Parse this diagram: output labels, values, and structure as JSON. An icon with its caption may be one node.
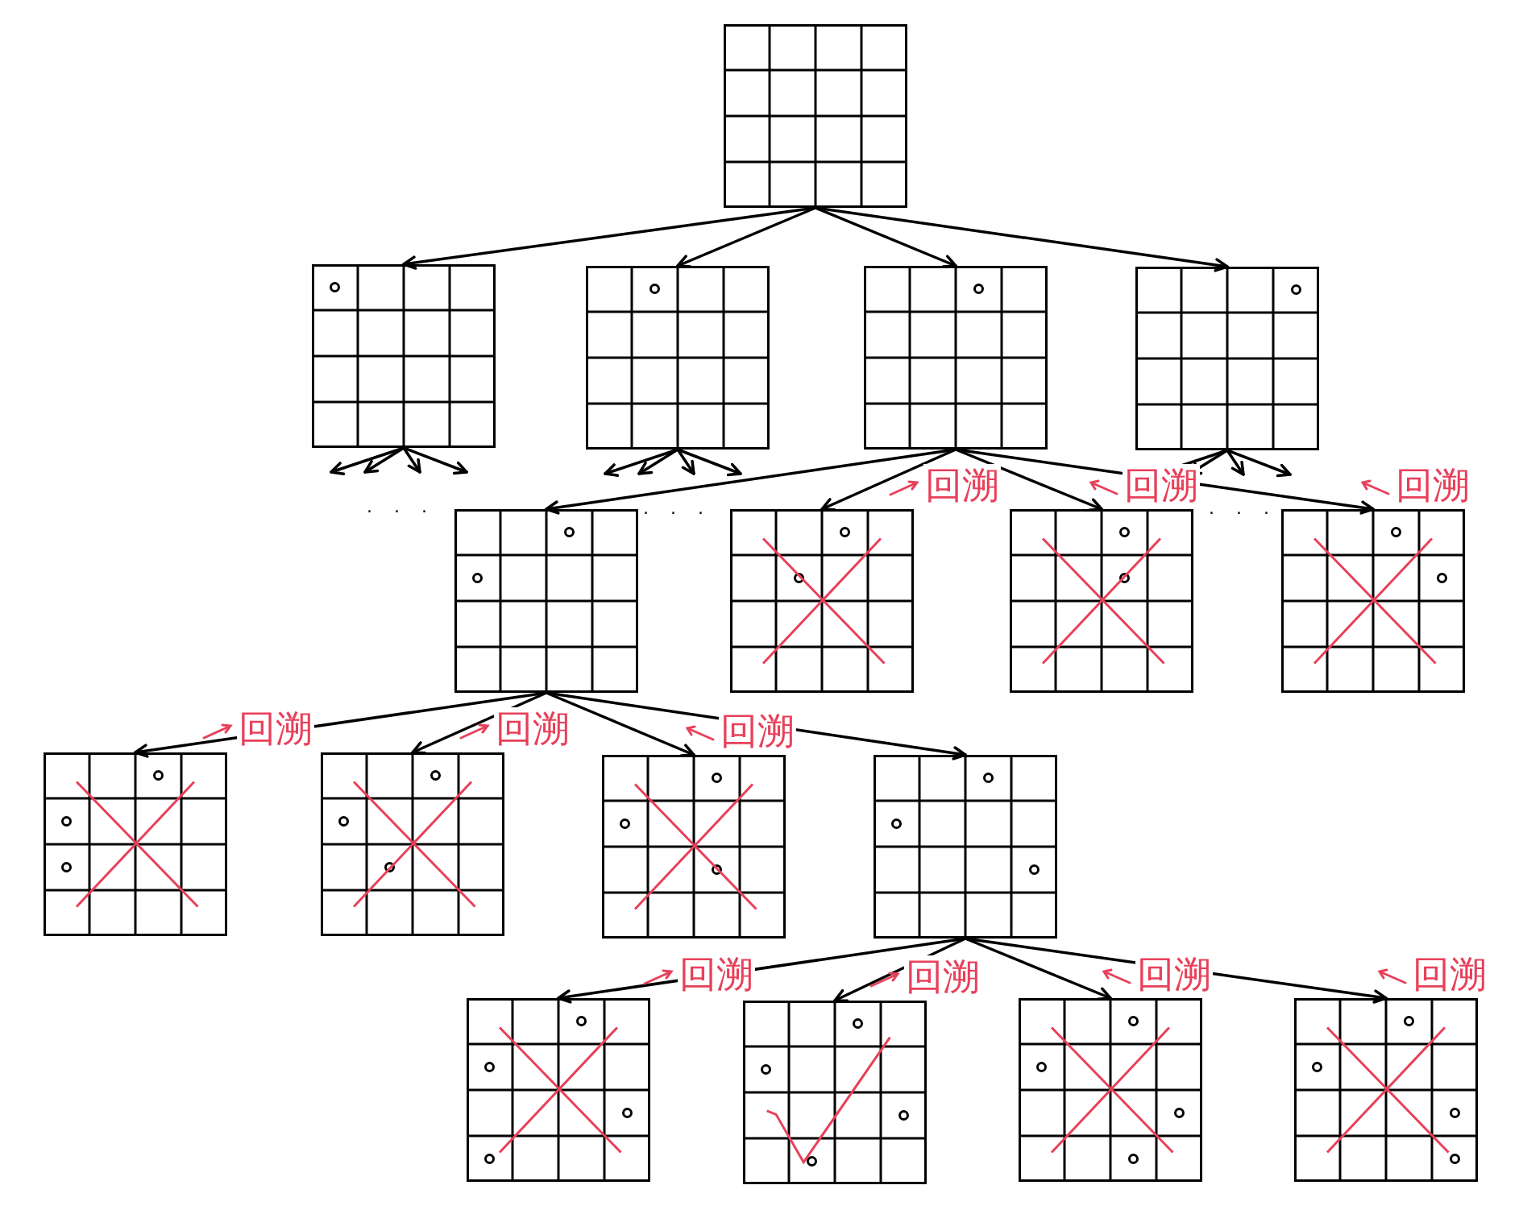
{
  "diagram": {
    "nodes": [
      {
        "text": [],
        "shape": "grid"
      },
      {
        "text": [],
        "shape": "grid"
      },
      {
        "text": [],
        "shape": "grid"
      },
      {
        "text": [],
        "shape": "grid"
      },
      {
        "text": [],
        "shape": "grid"
      },
      {
        "text": [],
        "shape": "grid"
      },
      {
        "text": [],
        "shape": "grid"
      },
      {
        "text": [],
        "shape": "grid"
      },
      {
        "text": [],
        "shape": "grid"
      },
      {
        "text": [],
        "shape": "grid"
      },
      {
        "text": [],
        "shape": "grid"
      },
      {
        "text": [],
        "shape": "grid"
      },
      {
        "text": [],
        "shape": "grid"
      },
      {
        "text": [],
        "shape": "grid"
      },
      {
        "text": [],
        "shape": "grid"
      },
      {
        "text": [],
        "shape": "grid"
      },
      {
        "text": [],
        "shape": "grid"
      }
    ],
    "edges": [
      {
        "from": 0,
        "to": 1,
        "arrow": "to"
      },
      {
        "from": 0,
        "to": 2,
        "arrow": "to"
      },
      {
        "from": 0,
        "to": 3,
        "arrow": "to"
      },
      {
        "from": 0,
        "to": 4,
        "arrow": "to"
      },
      {
        "from": 1,
        "to": null,
        "arrow": "to"
      },
      {
        "from": 1,
        "to": null,
        "arrow": "to"
      },
      {
        "from": 1,
        "to": null,
        "arrow": "to"
      },
      {
        "from": 1,
        "to": null,
        "arrow": "to"
      },
      {
        "from": 2,
        "to": null,
        "arrow": "to"
      },
      {
        "from": 2,
        "to": null,
        "arrow": "to"
      },
      {
        "from": 2,
        "to": null,
        "arrow": "to"
      },
      {
        "from": 2,
        "to": null,
        "arrow": "to"
      },
      {
        "from": 3,
        "to": 5,
        "arrow": "to"
      },
      {
        "from": 3,
        "to": 6,
        "arrow": "to",
        "label": "回溯"
      },
      {
        "from": 3,
        "to": 7,
        "arrow": "to",
        "label": "回溯"
      },
      {
        "from": 3,
        "to": 8,
        "arrow": "to",
        "label": "回溯"
      },
      {
        "from": 4,
        "to": null,
        "arrow": "to"
      },
      {
        "from": 4,
        "to": null,
        "arrow": "to"
      },
      {
        "from": 4,
        "to": null,
        "arrow": "to"
      },
      {
        "from": 4,
        "to": null,
        "arrow": "to"
      },
      {
        "from": 5,
        "to": 9,
        "arrow": "to",
        "label": "回溯"
      },
      {
        "from": 5,
        "to": 10,
        "arrow": "to",
        "label": "回溯"
      },
      {
        "from": 5,
        "to": 11,
        "arrow": "to",
        "label": "回溯"
      },
      {
        "from": 5,
        "to": 12,
        "arrow": "to"
      },
      {
        "from": 12,
        "to": 13,
        "arrow": "to",
        "label": "回溯"
      },
      {
        "from": 12,
        "to": 14,
        "arrow": "to",
        "label": "回溯"
      },
      {
        "from": 12,
        "to": 15,
        "arrow": "to",
        "label": "回溯"
      },
      {
        "from": 12,
        "to": 16,
        "arrow": "to",
        "label": "回溯"
      }
    ],
    "labels": [
      "· · ·",
      "· · ·",
      "· · ·"
    ]
  }
}
